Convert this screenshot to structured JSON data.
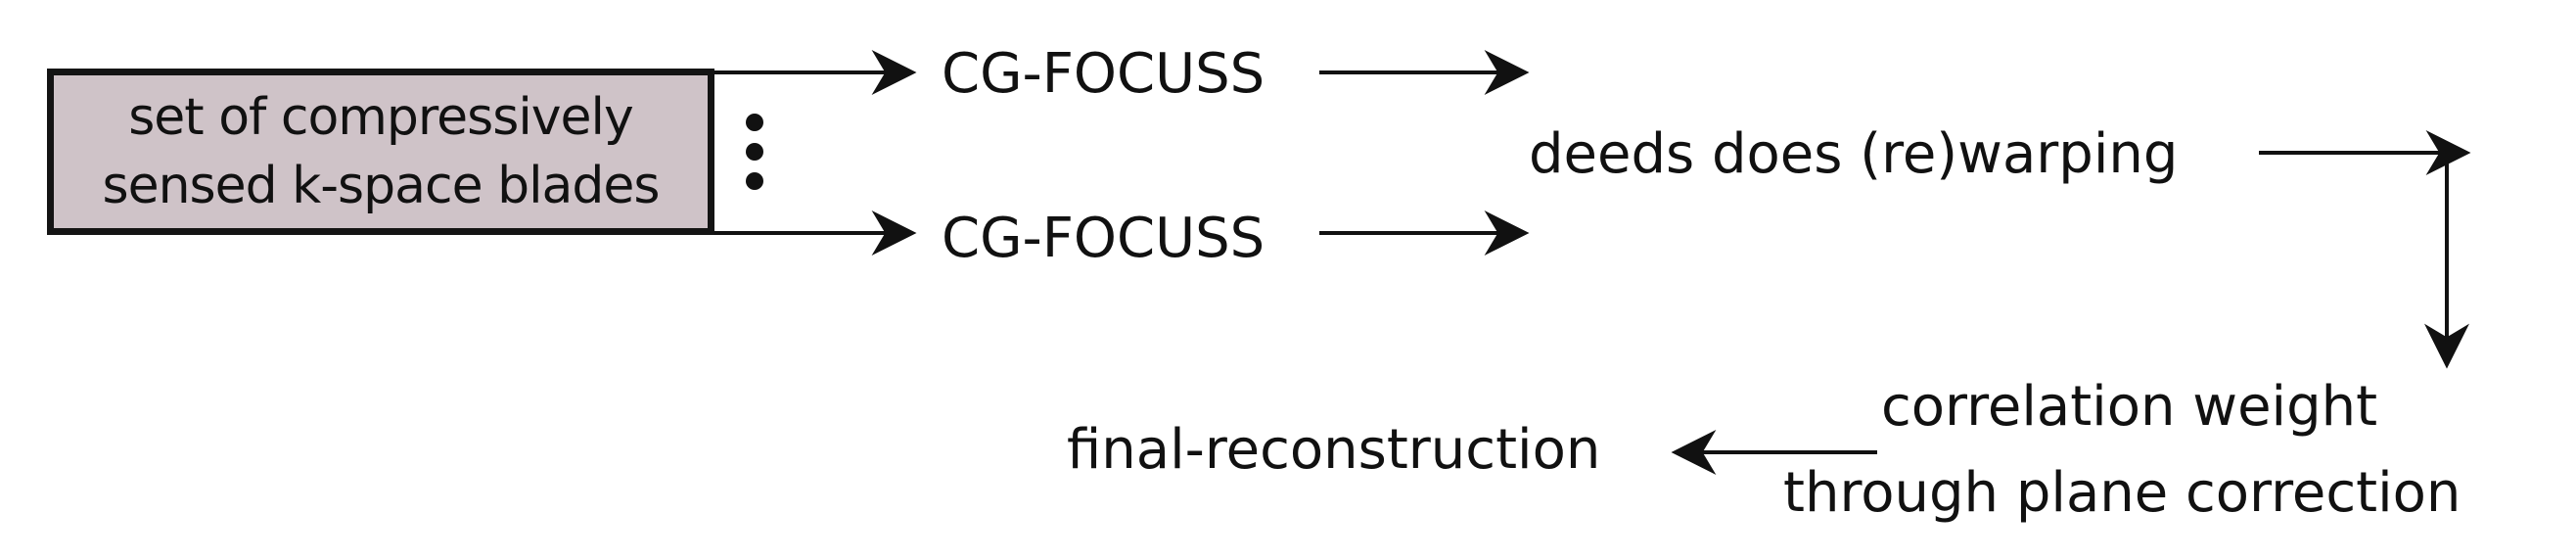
{
  "diagram": {
    "input_box": {
      "line1": "set of compressively",
      "line2": "sensed k-space blades"
    },
    "cg_focuss_top": "CG-FOCUSS",
    "cg_focuss_bottom": "CG-FOCUSS",
    "deeds": "deeds does (re)warping",
    "correlation": {
      "line1": "correlation weight",
      "line2": "through plane correction"
    },
    "final": "final-reconstruction",
    "colors": {
      "box_fill": "#cfc3c8",
      "ink": "#111111"
    }
  }
}
